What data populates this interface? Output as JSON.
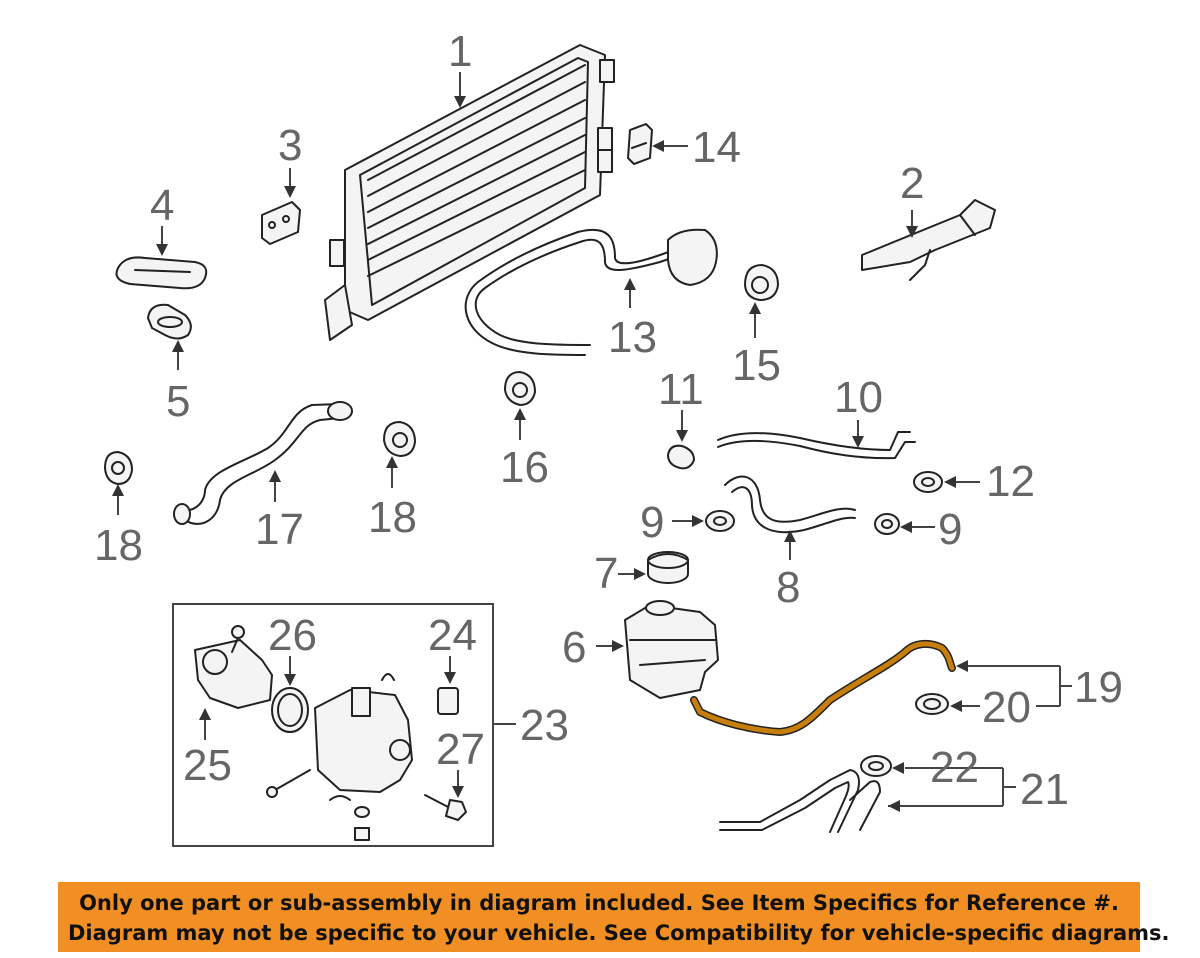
{
  "callouts": {
    "c1": "1",
    "c2": "2",
    "c3": "3",
    "c4": "4",
    "c5": "5",
    "c6": "6",
    "c7": "7",
    "c8": "8",
    "c9a": "9",
    "c9b": "9",
    "c10": "10",
    "c11": "11",
    "c12": "12",
    "c13": "13",
    "c14": "14",
    "c15": "15",
    "c16": "16",
    "c17": "17",
    "c18a": "18",
    "c18b": "18",
    "c19": "19",
    "c20": "20",
    "c21": "21",
    "c22": "22",
    "c23": "23",
    "c24": "24",
    "c25": "25",
    "c26": "26",
    "c27": "27"
  },
  "highlight_color": "#c87f0a",
  "banner": {
    "line1": "Only one part or sub-assembly in diagram included. See Item Specifics for Reference #.",
    "line2": "Diagram may not be specific to your vehicle. See Compatibility for vehicle-specific diagrams.",
    "background": "#f18f24"
  }
}
